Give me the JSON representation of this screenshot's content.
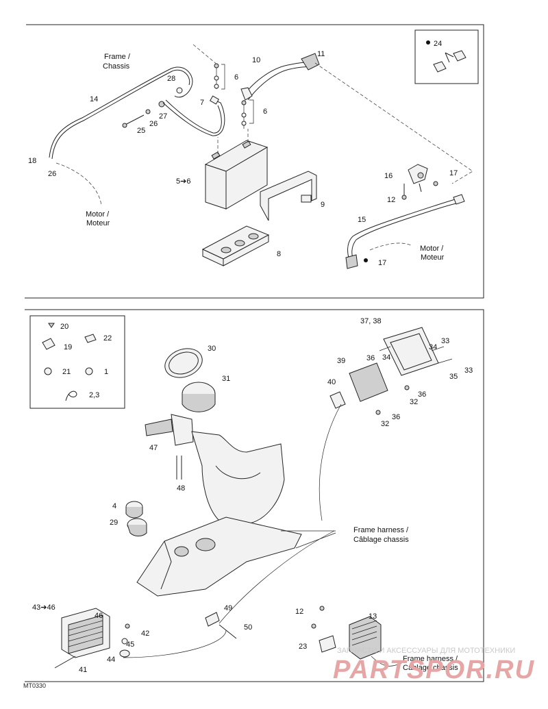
{
  "top_labels": {
    "frame_chassis_1": "Frame /",
    "frame_chassis_2": "Chassis",
    "motor_1a": "Motor /",
    "motor_1b": "Moteur",
    "motor_2a": "Motor /",
    "motor_2b": "Moteur",
    "n10": "10",
    "n11": "11",
    "n6a": "6",
    "n6b": "6",
    "n7": "7",
    "n14": "14",
    "n28": "28",
    "n27": "27",
    "n26a": "26",
    "n25": "25",
    "n18": "18",
    "n26b": "26",
    "n5to6": "5➔6",
    "n9": "9",
    "n8": "8",
    "n16": "16",
    "n17a": "17",
    "n12": "12",
    "n15": "15",
    "n17b": "17",
    "n24": "24"
  },
  "bottom_labels": {
    "n20": "20",
    "n19": "19",
    "n22": "22",
    "n21": "21",
    "n1": "1",
    "n23x": "2,3",
    "n30": "30",
    "n31": "31",
    "n47": "47",
    "n48": "48",
    "n4": "4",
    "n29": "29",
    "n3738": "37, 38",
    "n33a": "33",
    "n34a": "34",
    "n36a": "36",
    "n34b": "34",
    "n35": "35",
    "n33b": "33",
    "n39": "39",
    "n40": "40",
    "n36b": "36",
    "n32a": "32",
    "n36c": "36",
    "n32b": "32",
    "frame_harness_1a": "Frame harness /",
    "frame_harness_1b": "Câblage chassis",
    "n4346": "43➔46",
    "n46": "46",
    "n42": "42",
    "n45": "45",
    "n44": "44",
    "n41": "41",
    "n49": "49",
    "n50": "50",
    "n12b": "12",
    "n13": "13",
    "n23": "23",
    "frame_harness_2a": "Frame harness /",
    "frame_harness_2b": "Câblage chassis"
  },
  "watermark": {
    "line1": "ЗАПЧАСТИ И АКСЕССУАРЫ ДЛЯ МОТОТЕХНИКИ",
    "line2": "PARTSPOR.RU"
  },
  "footer": {
    "code": "MT0330"
  }
}
